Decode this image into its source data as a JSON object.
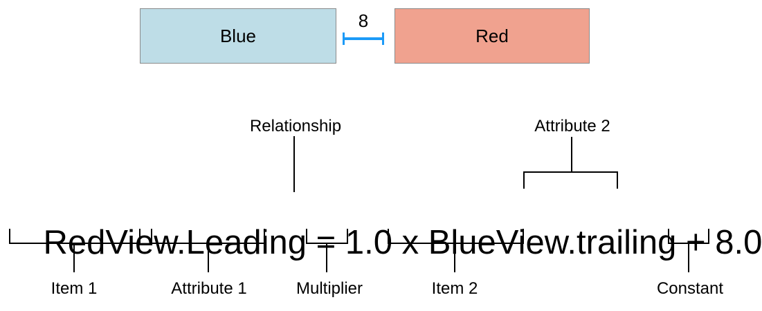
{
  "colors": {
    "blue_view_fill": "#bedde7",
    "red_view_fill": "#f0a28f",
    "view_border": "#8a8a8a",
    "measure_blue": "#1c9af7",
    "text": "#000000"
  },
  "views_diagram": {
    "blue_view_label": "Blue",
    "spacing_value": "8",
    "red_view_label": "Red"
  },
  "equation": {
    "full_text": "RedView.Leading = 1.0 x BlueView.trailing + 8.0",
    "segments": [
      {
        "name": "item1",
        "text": "RedView"
      },
      {
        "name": "attribute1",
        "text": ".Leading"
      },
      {
        "name": "relationship",
        "text": " = "
      },
      {
        "name": "multiplier",
        "text": "1.0"
      },
      {
        "name": "multiply-sign",
        "text": " x "
      },
      {
        "name": "item2",
        "text": "BlueView"
      },
      {
        "name": "attribute2",
        "text": ".trailing"
      },
      {
        "name": "plus-sign",
        "text": " + "
      },
      {
        "name": "constant",
        "text": "8.0"
      }
    ]
  },
  "callouts": {
    "relationship": "Relationship",
    "attribute_2": "Attribute 2",
    "item_1": "Item 1",
    "attribute_1": "Attribute 1",
    "multiplier": "Multiplier",
    "item_2": "Item 2",
    "constant": "Constant"
  }
}
